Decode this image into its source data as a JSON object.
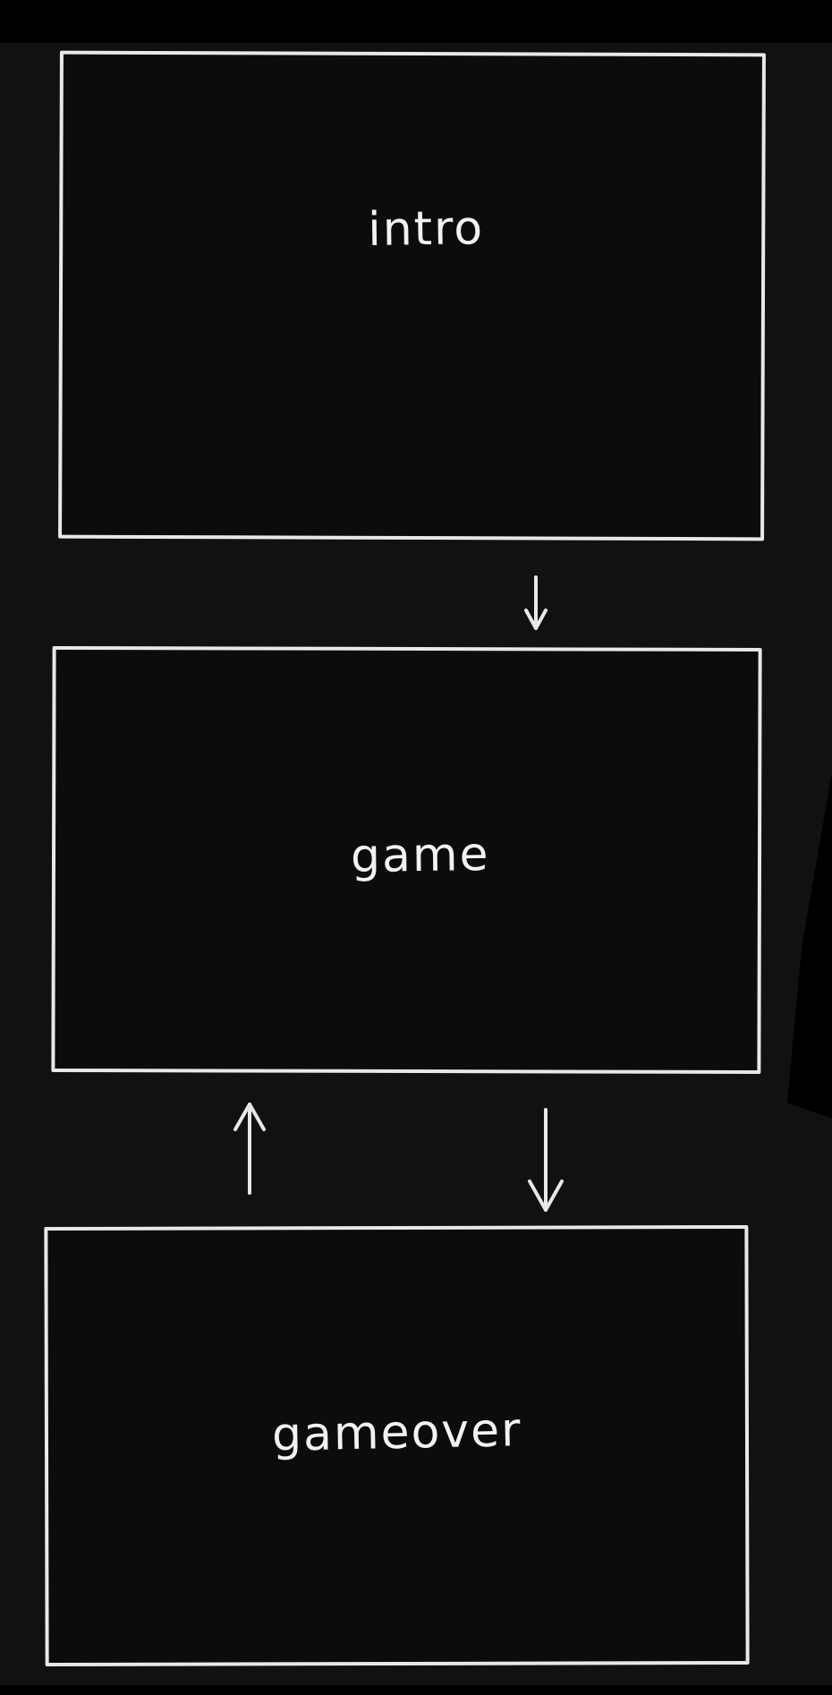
{
  "diagram": {
    "states": [
      {
        "id": "intro",
        "label": "intro"
      },
      {
        "id": "game",
        "label": "game"
      },
      {
        "id": "gameover",
        "label": "gameover"
      }
    ],
    "transitions": [
      {
        "from": "intro",
        "to": "game"
      },
      {
        "from": "game",
        "to": "gameover"
      },
      {
        "from": "gameover",
        "to": "game"
      }
    ]
  },
  "colors": {
    "background": "#111111",
    "stroke": "#e8e8e8",
    "text": "#f2f2f2"
  }
}
